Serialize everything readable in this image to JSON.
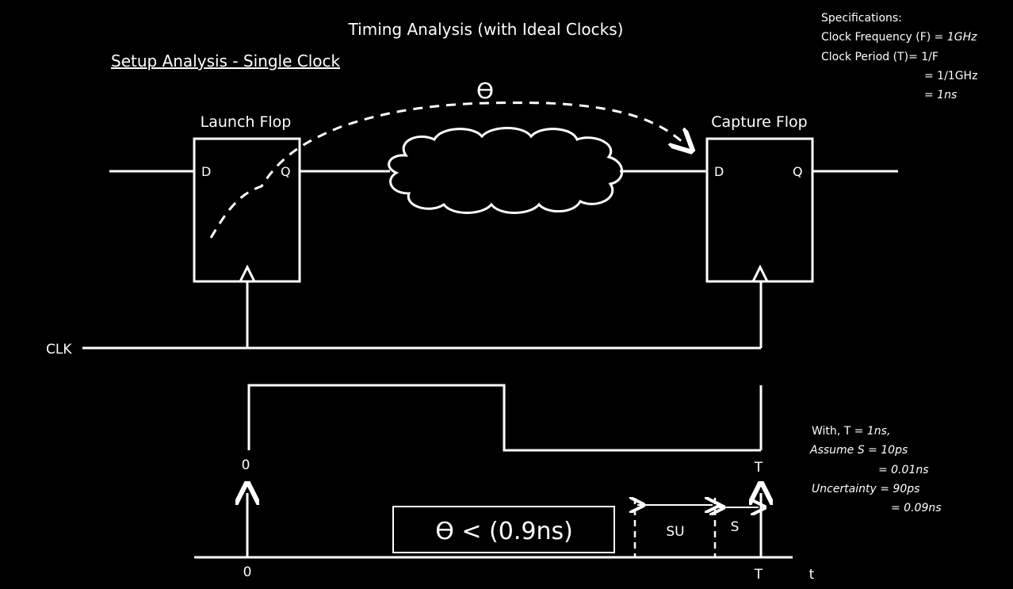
{
  "title": "Timing Analysis (with Ideal Clocks)",
  "subtitle": "Setup Analysis - Single Clock",
  "launch_flop": {
    "label": "Launch Flop",
    "d": "D",
    "q": "Q"
  },
  "capture_flop": {
    "label": "Capture Flop",
    "d": "D",
    "q": "Q"
  },
  "path_label": "ϴ",
  "clk_label": "CLK",
  "specifications": {
    "heading": "Specifications:",
    "line1_prefix": "Clock Frequency (F) = ",
    "line1_value": "1GHz",
    "line2": "Clock Period (T)= 1/F",
    "line3": "= 1/1GHz",
    "line4": "= 1ns"
  },
  "waveform": {
    "start_label": "0",
    "end_label": "T"
  },
  "timeline": {
    "origin_label": "0",
    "end_label": "T",
    "axis_label": "t",
    "su_label": "SU",
    "s_label": "S",
    "constraint": "ϴ < (0.9ns)"
  },
  "notes": {
    "line1_prefix": "With, T = ",
    "line1_value": "1ns,",
    "line2": "Assume S = 10ps",
    "line3": "= 0.01ns",
    "line4": "Uncertainty = 90ps",
    "line5": "= 0.09ns"
  }
}
